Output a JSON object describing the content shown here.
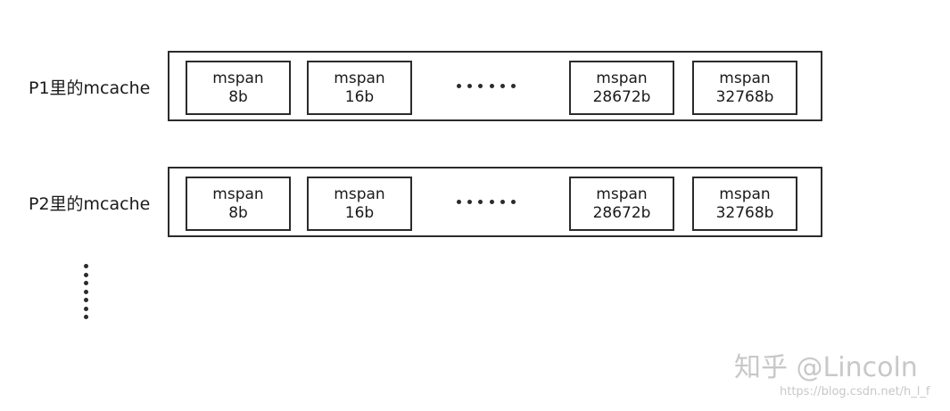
{
  "rows": [
    {
      "label": "P1里的mcache",
      "cells": [
        {
          "line1": "mspan",
          "line2": "8b"
        },
        {
          "line1": "mspan",
          "line2": "16b"
        },
        {
          "line1": "mspan",
          "line2": "28672b"
        },
        {
          "line1": "mspan",
          "line2": "32768b"
        }
      ]
    },
    {
      "label": "P2里的mcache",
      "cells": [
        {
          "line1": "mspan",
          "line2": "8b"
        },
        {
          "line1": "mspan",
          "line2": "16b"
        },
        {
          "line1": "mspan",
          "line2": "28672b"
        },
        {
          "line1": "mspan",
          "line2": "32768b"
        }
      ]
    }
  ],
  "watermark": {
    "main": "知乎 @Lincoln",
    "url": "https://blog.csdn.net/h_l_f"
  }
}
